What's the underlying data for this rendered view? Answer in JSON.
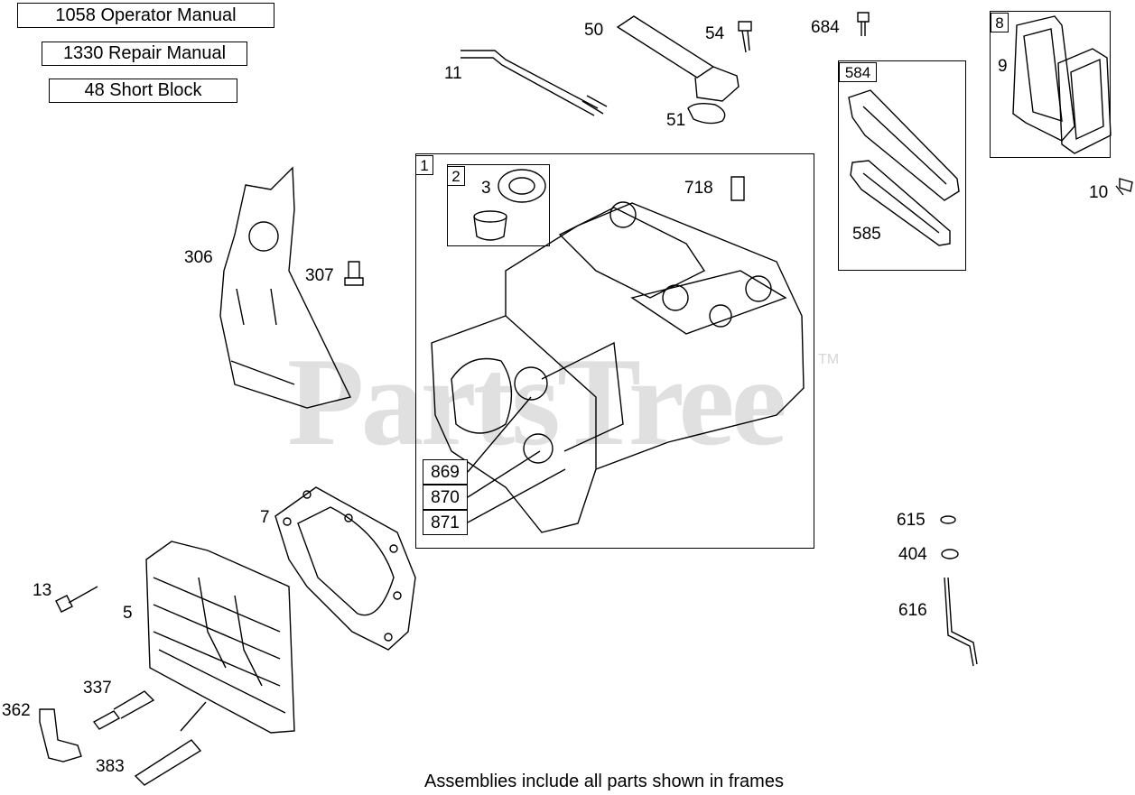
{
  "manual_links": [
    "1058  Operator Manual",
    "1330  Repair Manual",
    "48  Short Block"
  ],
  "watermark": {
    "brand": "PartsTree",
    "trademark": "TM"
  },
  "frames": {
    "f1": "1",
    "f2": "2",
    "f584": "584",
    "f8": "8"
  },
  "callouts": {
    "c11": "11",
    "c50": "50",
    "c54": "54",
    "c684": "684",
    "c51": "51",
    "c9": "9",
    "c10": "10",
    "c3": "3",
    "c718": "718",
    "c585": "585",
    "c306": "306",
    "c307": "307",
    "c869": "869",
    "c870": "870",
    "c871": "871",
    "c7": "7",
    "c615": "615",
    "c404": "404",
    "c616": "616",
    "c13": "13",
    "c5": "5",
    "c337": "337",
    "c362": "362",
    "c383": "383"
  },
  "footnote": "Assemblies include all parts shown in frames",
  "colors": {
    "line": "#000000",
    "watermark": "#e0e0e0",
    "background": "#ffffff"
  }
}
